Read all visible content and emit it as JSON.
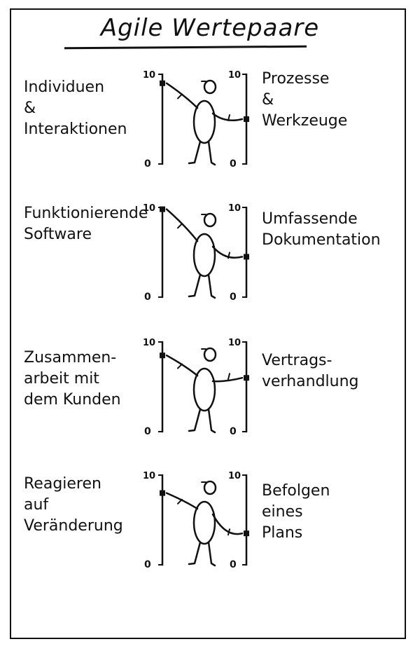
{
  "title": "Agile Wertepaare",
  "scale": {
    "max_label": "10",
    "min_label": "0"
  },
  "pairs": [
    {
      "left": "Individuen\n&\nInteraktionen",
      "right": "Prozesse\n&\nWerkzeuge",
      "left_level": 0.9,
      "right_level": 0.5
    },
    {
      "left": "Funktionierende\nSoftware",
      "right": "Umfassende\nDokumentation",
      "left_level": 0.98,
      "right_level": 0.45
    },
    {
      "left": "Zusammen-\narbeit mit\ndem Kunden",
      "right": "Vertrags-\nverhandlung",
      "left_level": 0.85,
      "right_level": 0.6
    },
    {
      "left": "Reagieren\nauf\nVeränderung",
      "right": "Befolgen\neines\nPlans",
      "left_level": 0.8,
      "right_level": 0.35
    }
  ]
}
